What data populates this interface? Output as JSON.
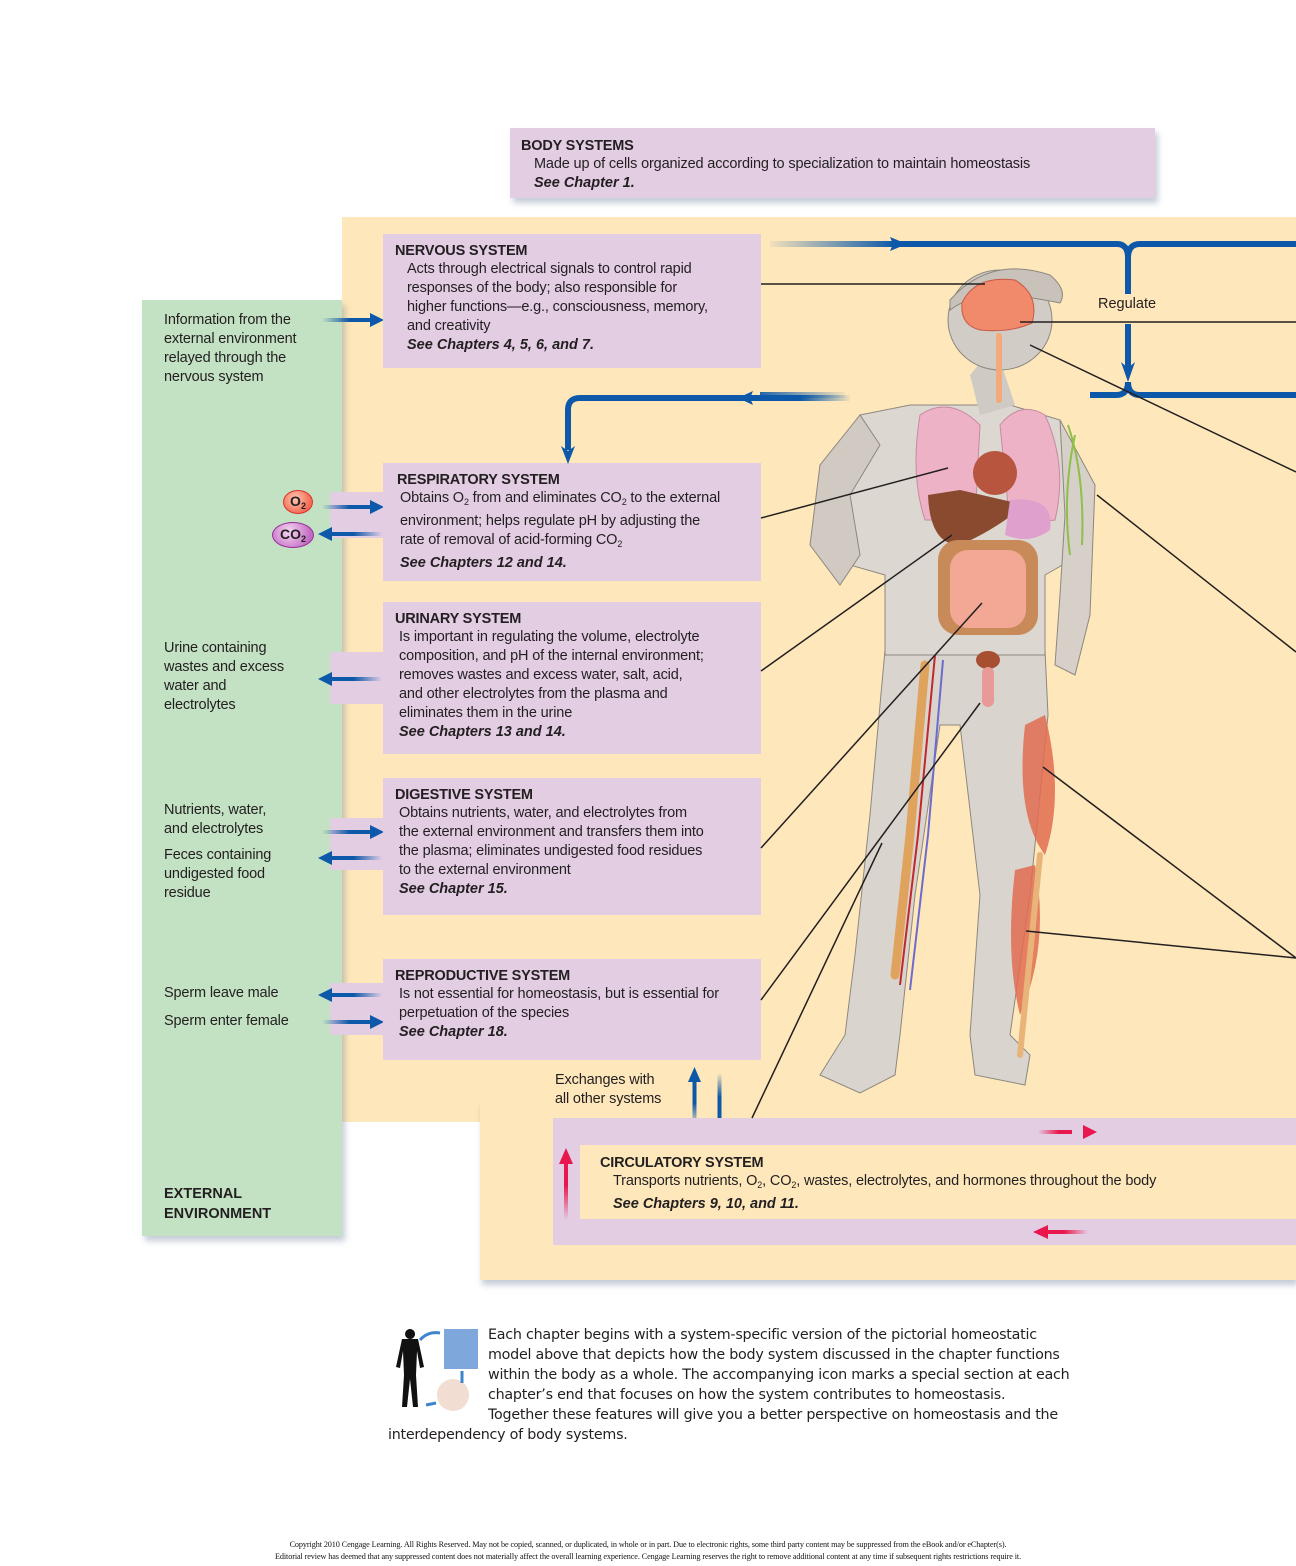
{
  "body_systems": {
    "title": "BODY SYSTEMS",
    "description": "Made up of cells organized according to specialization to maintain homeostasis",
    "reference": "See Chapter 1."
  },
  "systems": {
    "nervous": {
      "title": "NERVOUS SYSTEM",
      "lines": [
        "Acts through electrical signals to control rapid",
        "responses of the body; also responsible for",
        "higher functions—e.g., consciousness, memory,",
        "and creativity"
      ],
      "reference": "See Chapters 4, 5, 6, and 7."
    },
    "respiratory": {
      "title": "RESPIRATORY SYSTEM",
      "reference": "See Chapters 12 and 14."
    },
    "urinary": {
      "title": "URINARY SYSTEM",
      "lines": [
        "Is important in regulating the volume, electrolyte",
        "composition, and pH of the internal environment;",
        "removes wastes and excess water, salt, acid,",
        "and other electrolytes from the plasma and",
        "eliminates them in the urine"
      ],
      "reference": "See Chapters 13 and 14."
    },
    "digestive": {
      "title": "DIGESTIVE SYSTEM",
      "lines": [
        "Obtains nutrients, water, and electrolytes from",
        "the external environment and transfers them into",
        "the plasma; eliminates undigested food residues",
        "to the external environment"
      ],
      "reference": "See Chapter 15."
    },
    "reproductive": {
      "title": "REPRODUCTIVE SYSTEM",
      "lines": [
        "Is not essential for homeostasis, but is essential for",
        "perpetuation of the species"
      ],
      "reference": "See Chapter 18."
    },
    "circulatory": {
      "title": "CIRCULATORY SYSTEM",
      "reference": "See Chapters 9, 10, and 11."
    }
  },
  "respiratory_text": {
    "l1a": "Obtains O",
    "l1b": "2",
    "l1c": " from and eliminates CO",
    "l1d": "2",
    "l1e": " to the external",
    "l2": "environment; helps regulate pH by adjusting the",
    "l3a": "rate of removal of acid-forming CO",
    "l3b": "2"
  },
  "circulatory_text": {
    "a": "Transports nutrients, O",
    "b": "2",
    "c": ", CO",
    "d": "2",
    "e": ", wastes, electrolytes, and hormones throughout the body"
  },
  "external": {
    "nervous_input": [
      "Information from the",
      "external environment",
      "relayed through the",
      "nervous system"
    ],
    "o2": "O",
    "o2_sub": "2",
    "co2": "CO",
    "co2_sub": "2",
    "urine": [
      "Urine containing",
      "wastes and excess",
      "water and",
      "electrolytes"
    ],
    "nutrients": [
      "Nutrients, water,",
      "and electrolytes"
    ],
    "feces": [
      "Feces containing",
      "undigested food",
      "residue"
    ],
    "sperm_leave": "Sperm leave male",
    "sperm_enter": "Sperm enter female",
    "label": [
      "EXTERNAL",
      "ENVIRONMENT"
    ]
  },
  "labels": {
    "regulate": "Regulate",
    "exchanges": [
      "Exchanges with",
      "all other systems"
    ]
  },
  "colors": {
    "system_box": "#e2cde3",
    "internal_env": "#fee8bb",
    "external_env": "#c3e1c3",
    "arrow_blue": "#0d58a8",
    "arrow_red": "#e8184e"
  },
  "footer": {
    "lines": [
      "Each chapter begins with a system-specific version of the pictorial homeostatic",
      "model above that depicts how the body system discussed in the chapter functions",
      "within the body as a whole. The accompanying icon marks a special section at each",
      "chapter’s end that focuses on how the system contributes to homeostasis.",
      "Together these features will give you a better perspective on homeostasis and the"
    ],
    "last_line": "interdependency of body systems."
  },
  "copyright": [
    "Copyright 2010 Cengage Learning. All Rights Reserved. May not be copied, scanned, or duplicated, in whole or in part. Due to electronic rights, some third party content may be suppressed from the eBook and/or eChapter(s).",
    "Editorial review has deemed that any suppressed content does not materially affect the overall learning experience. Cengage Learning reserves the right to remove additional content at any time if subsequent rights restrictions require it."
  ]
}
